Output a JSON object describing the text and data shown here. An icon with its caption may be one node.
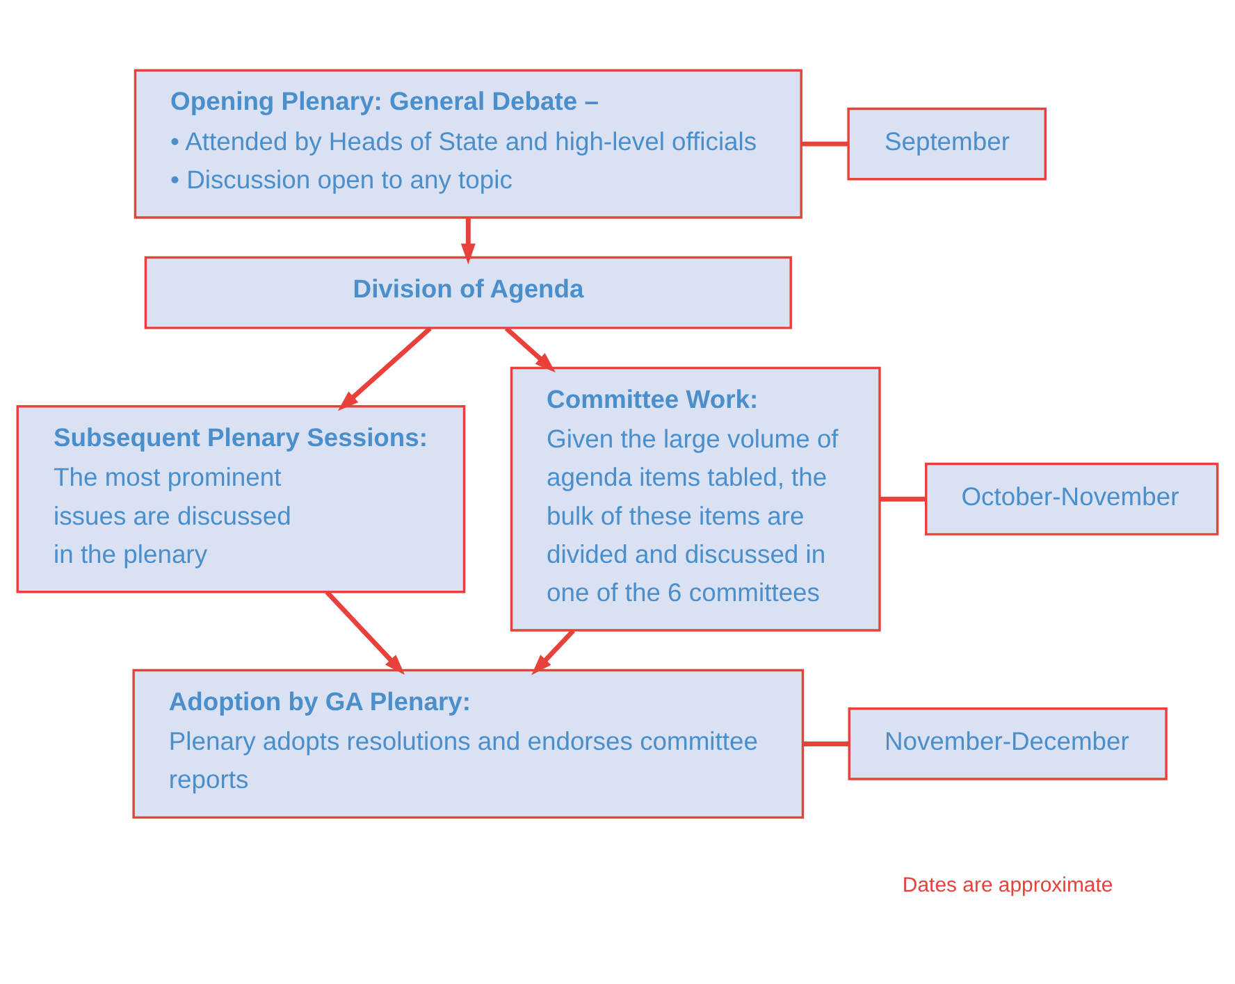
{
  "diagram": {
    "nodes": [
      {
        "text": [
          "Opening Plenary: General Debate –",
          "• Attended by Heads of State and high-level officials",
          "• Discussion open to any topic"
        ]
      },
      {
        "text": [
          "September"
        ]
      },
      {
        "text": [
          "Division of Agenda"
        ]
      },
      {
        "text": [
          "Subsequent Plenary Sessions:",
          "The most prominent issues are discussed in the plenary"
        ]
      },
      {
        "text": [
          "Committee Work:",
          "Given the large volume of agenda items tabled, the bulk of these items are divided and discussed in one of the 6 committees"
        ]
      },
      {
        "text": [
          "October-November"
        ]
      },
      {
        "text": [
          "Adoption by GA Plenary:",
          "Plenary adopts resolutions and endorses committee reports"
        ]
      },
      {
        "text": [
          "November-December"
        ]
      }
    ],
    "edges": [
      {
        "from": 0,
        "to": 2,
        "arrow": "to"
      },
      {
        "from": 0,
        "to": 1,
        "arrow": "none"
      },
      {
        "from": 2,
        "to": 3,
        "arrow": "to"
      },
      {
        "from": 2,
        "to": 4,
        "arrow": "to"
      },
      {
        "from": 4,
        "to": 5,
        "arrow": "none"
      },
      {
        "from": 3,
        "to": 6,
        "arrow": "to"
      },
      {
        "from": 4,
        "to": 6,
        "arrow": "to"
      },
      {
        "from": 6,
        "to": 7,
        "arrow": "none"
      }
    ],
    "labels": [
      "Dates are approximate"
    ]
  }
}
